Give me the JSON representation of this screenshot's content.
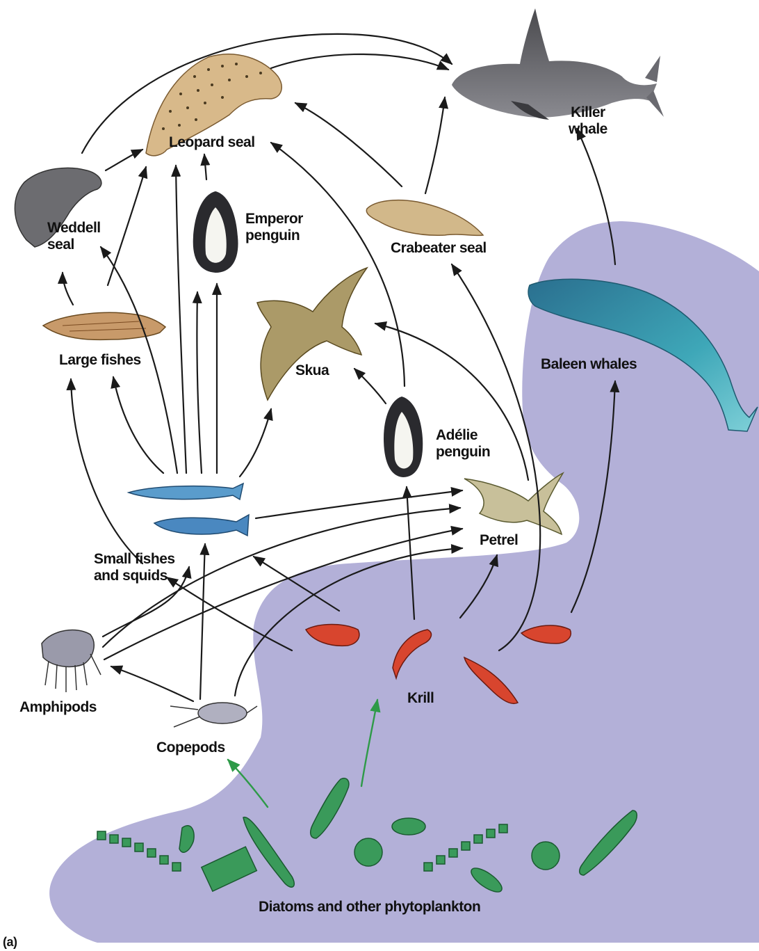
{
  "figure_label": "(a)",
  "colors": {
    "water": "#b3b0d8",
    "arrow": "#1a1a1a",
    "producer_arrow": "#2e9a48",
    "phytoplankton": "#3a9a5a",
    "krill": "#d8452e",
    "killer_whale": "#5a5a5e",
    "baleen_whale": "#3aa0b4",
    "seal_tan": "#d6b88a",
    "fish_blue": "#4a90c8",
    "fish_tan": "#c89a6a",
    "bird_olive": "#a89a68"
  },
  "organisms": {
    "killer_whale": "Killer\nwhale",
    "leopard_seal": "Leopard seal",
    "weddell_seal": "Weddell\nseal",
    "emperor_penguin": "Emperor\npenguin",
    "crabeater_seal": "Crabeater seal",
    "baleen_whales": "Baleen whales",
    "large_fishes": "Large fishes",
    "skua": "Skua",
    "adelie_penguin": "Adélie\npenguin",
    "petrel": "Petrel",
    "small_fishes_squids": "Small fishes\nand squids",
    "amphipods": "Amphipods",
    "krill": "Krill",
    "copepods": "Copepods",
    "phytoplankton": "Diatoms and other phytoplankton"
  },
  "links": [
    [
      "weddell_seal",
      "killer_whale"
    ],
    [
      "leopard_seal",
      "killer_whale"
    ],
    [
      "crabeater_seal",
      "killer_whale"
    ],
    [
      "baleen_whales",
      "killer_whale"
    ],
    [
      "weddell_seal",
      "leopard_seal"
    ],
    [
      "emperor_penguin",
      "leopard_seal"
    ],
    [
      "crabeater_seal",
      "leopard_seal"
    ],
    [
      "large_fishes",
      "leopard_seal"
    ],
    [
      "adelie_penguin",
      "leopard_seal"
    ],
    [
      "large_fishes",
      "weddell_seal"
    ],
    [
      "small_fishes_squids",
      "weddell_seal"
    ],
    [
      "small_fishes_squids",
      "leopard_seal"
    ],
    [
      "small_fishes_squids",
      "emperor_penguin"
    ],
    [
      "small_fishes_squids",
      "skua"
    ],
    [
      "small_fishes_squids",
      "large_fishes"
    ],
    [
      "small_fishes_squids",
      "petrel"
    ],
    [
      "adelie_penguin",
      "skua"
    ],
    [
      "petrel",
      "skua"
    ],
    [
      "krill",
      "adelie_penguin"
    ],
    [
      "krill",
      "petrel"
    ],
    [
      "krill",
      "crabeater_seal"
    ],
    [
      "krill",
      "baleen_whales"
    ],
    [
      "krill",
      "small_fishes_squids"
    ],
    [
      "amphipods",
      "large_fishes"
    ],
    [
      "amphipods",
      "petrel"
    ],
    [
      "amphipods",
      "small_fishes_squids"
    ],
    [
      "copepods",
      "amphipods"
    ],
    [
      "copepods",
      "small_fishes_squids"
    ],
    [
      "copepods",
      "petrel"
    ],
    [
      "phytoplankton",
      "krill"
    ],
    [
      "phytoplankton",
      "copepods"
    ]
  ]
}
